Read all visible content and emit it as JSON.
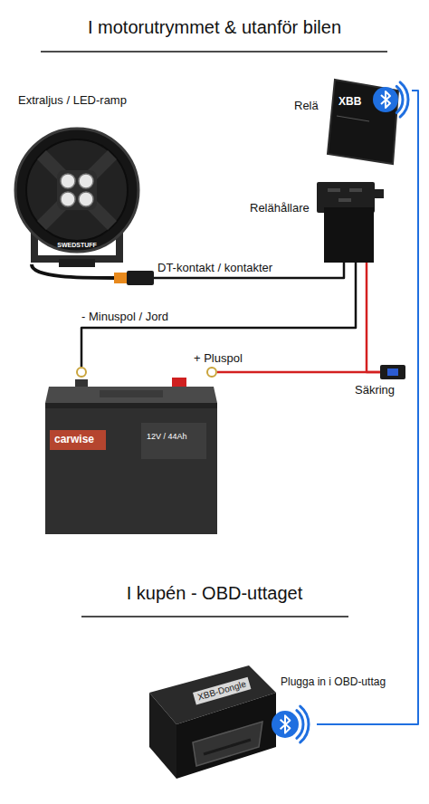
{
  "diagram": {
    "title": "I motorutrymmet & utanför bilen",
    "nodes": [
      {
        "text": [
          "Extraljus / LED-ramp",
          "SWEDSTUFF"
        ]
      },
      {
        "text": [
          "Relä",
          "XBB"
        ]
      },
      {
        "text": [
          "Relähållare"
        ]
      },
      {
        "text": [
          "carwise",
          "12V / 44Ah"
        ]
      },
      {
        "text": [
          "Säkring"
        ]
      },
      {
        "text": [
          "XBB-Dongle",
          "Plugga in i OBD-uttag"
        ]
      }
    ],
    "edges": [
      {
        "from": 0,
        "to": 2,
        "arrow": "none",
        "label": "DT-kontakt / kontakter"
      },
      {
        "from": 2,
        "to": 3,
        "arrow": "none",
        "label": "- Minuspol / Jord"
      },
      {
        "from": 2,
        "to": 4,
        "arrow": "none"
      },
      {
        "from": 4,
        "to": 3,
        "arrow": "none",
        "label": "+ Pluspol"
      },
      {
        "from": 1,
        "to": 5,
        "arrow": "none"
      }
    ],
    "labels": [
      "I kupén - OBD-uttaget"
    ]
  }
}
